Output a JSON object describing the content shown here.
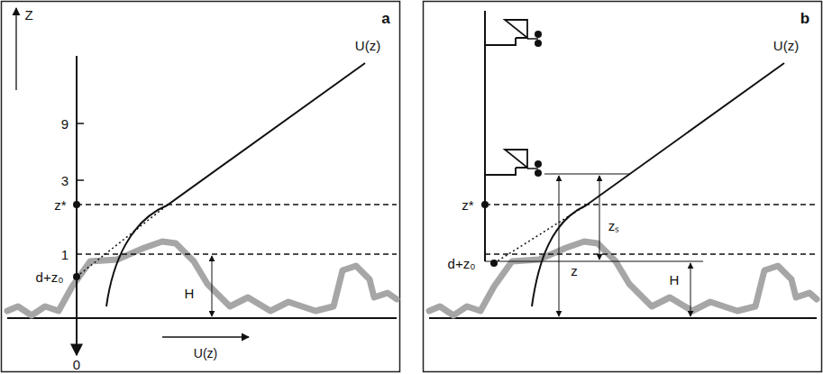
{
  "diagram": {
    "labels": [
      "a",
      "Z",
      "9",
      "3",
      "z*",
      "1",
      "d+z₀",
      "H",
      "0",
      "U(z)",
      "U(z)",
      "b",
      "z*",
      "d+z₀",
      "z",
      "zₛ",
      "H",
      "U(z)"
    ]
  }
}
